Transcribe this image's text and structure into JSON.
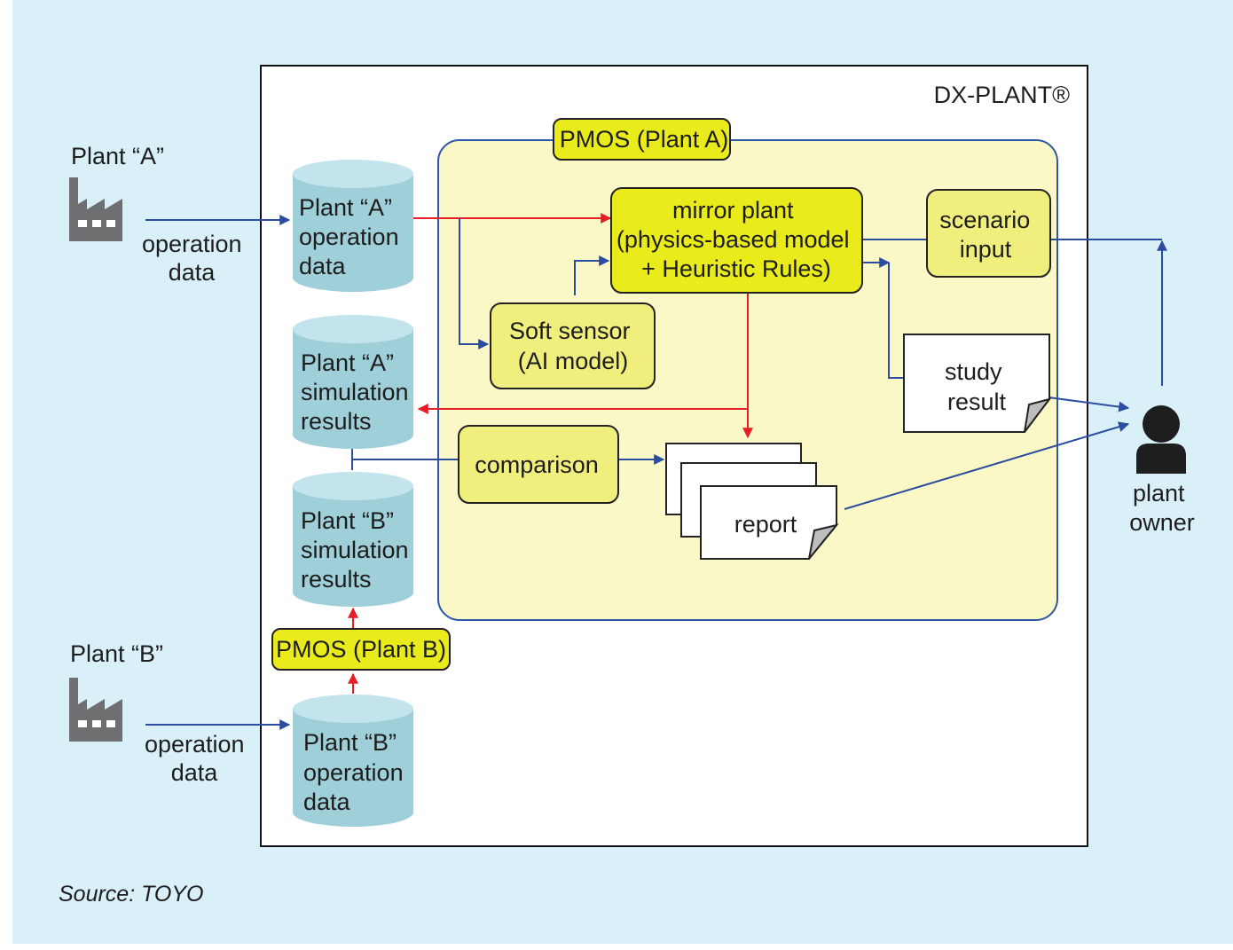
{
  "colors": {
    "background": "#d9f0f9",
    "panel": "#ffffff",
    "pmos_area": "#fbf8c8",
    "pmos_border": "#2e57a6",
    "yellow_box": "#f0ee7c",
    "yellow_box_bright": "#e9eb1b",
    "cylinder": "#9fcfd9",
    "cylinder_top": "#c3e4ec",
    "blue_arrow": "#2a4da0",
    "red_arrow": "#e61e26",
    "icon_gray": "#6f6f72",
    "person": "#1e1e1e"
  },
  "icons": [
    "factory-icon",
    "person-icon",
    "document-icon"
  ],
  "system_title": "DX-PLANT®",
  "pmos_a_label": "PMOS (Plant A)",
  "pmos_b_label": "PMOS (Plant B)",
  "plant_a": {
    "name": "Plant “A”",
    "data_label": [
      "operation",
      "data"
    ]
  },
  "plant_b": {
    "name": "Plant “B”",
    "data_label": [
      "operation",
      "data"
    ]
  },
  "databases": {
    "a_operation": [
      "Plant “A”",
      "operation",
      "data"
    ],
    "a_simulation": [
      "Plant “A”",
      "simulation",
      "results"
    ],
    "b_simulation": [
      "Plant “B”",
      "simulation",
      "results"
    ],
    "b_operation": [
      "Plant “B”",
      "operation",
      "data"
    ]
  },
  "mirror_plant": [
    "mirror plant",
    "(physics-based model",
    "+ Heuristic Rules)"
  ],
  "scenario_input": [
    "scenario",
    "input"
  ],
  "soft_sensor": [
    "Soft sensor",
    "(AI model)"
  ],
  "comparison": "comparison",
  "study_result": [
    "study",
    "result"
  ],
  "report": "report",
  "plant_owner": [
    "plant",
    "owner"
  ],
  "source": "Source: TOYO"
}
